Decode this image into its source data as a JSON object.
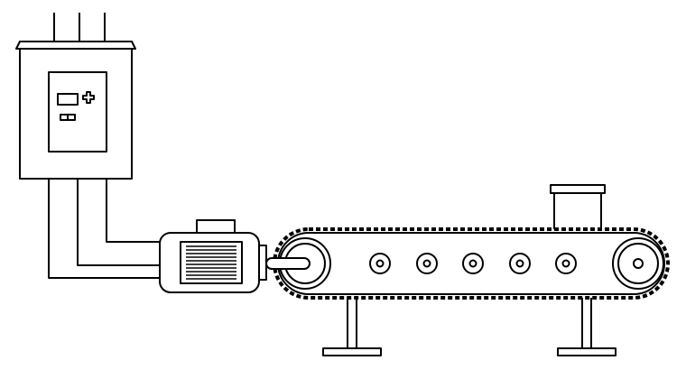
{
  "diagram": {
    "stroke_color": "#000000",
    "fill_color": "#ffffff",
    "components": {
      "control_cabinet": {
        "icon": "control-panel-icon",
        "display": "screen-icon",
        "button": "plus-button-icon",
        "switch": "switch-icon"
      },
      "power_cables": {
        "count": 3
      },
      "motor": {
        "icon": "electric-motor-icon",
        "fins": 10
      },
      "conveyor": {
        "icon": "conveyor-belt-icon",
        "idler_rollers": 5,
        "drive_pulleys": 2,
        "supports": 2
      },
      "load": {
        "icon": "box-icon"
      }
    }
  }
}
